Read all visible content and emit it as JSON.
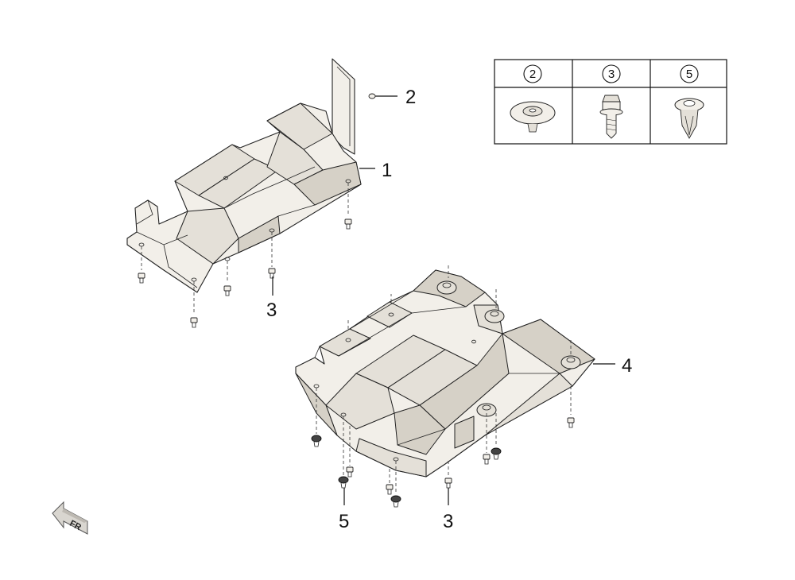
{
  "callouts": {
    "c1": "1",
    "c2": "2",
    "c3a": "3",
    "c3b": "3",
    "c4": "4",
    "c5": "5"
  },
  "legend_table": {
    "headers": [
      "2",
      "3",
      "5"
    ],
    "items": [
      "washer-clip-icon",
      "bolt-icon",
      "push-clip-icon"
    ]
  },
  "direction_badge": "FR"
}
